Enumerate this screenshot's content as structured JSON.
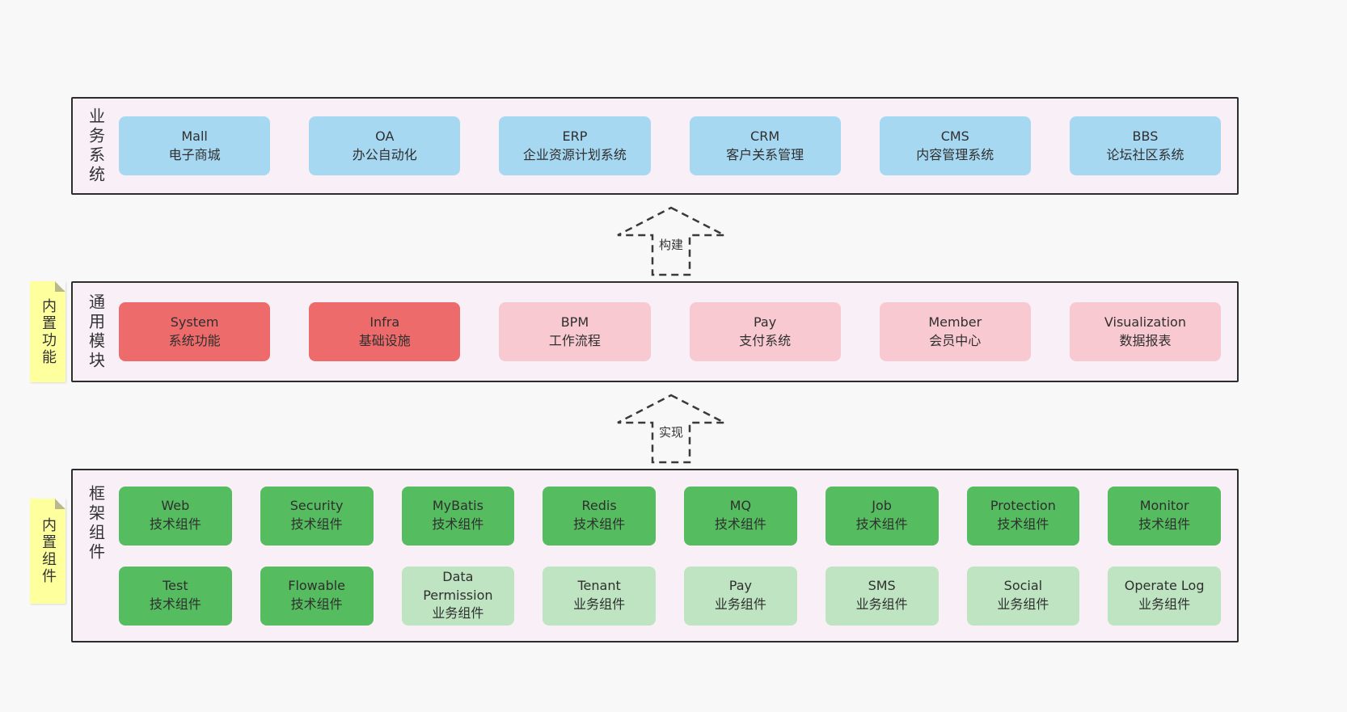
{
  "diagram": {
    "arrows": {
      "build": "构建",
      "implement": "实现"
    },
    "notes": {
      "features": "内置功能",
      "components": "内置组件"
    },
    "layers": {
      "business": {
        "side_label": "业务系统",
        "boxes": [
          {
            "title": "Mall",
            "subtitle": "电子商城"
          },
          {
            "title": "OA",
            "subtitle": "办公自动化"
          },
          {
            "title": "ERP",
            "subtitle": "企业资源计划系统"
          },
          {
            "title": "CRM",
            "subtitle": "客户关系管理"
          },
          {
            "title": "CMS",
            "subtitle": "内容管理系统"
          },
          {
            "title": "BBS",
            "subtitle": "论坛社区系统"
          }
        ]
      },
      "modules": {
        "side_label": "通用模块",
        "boxes": [
          {
            "title": "System",
            "subtitle": "系统功能"
          },
          {
            "title": "Infra",
            "subtitle": "基础设施"
          },
          {
            "title": "BPM",
            "subtitle": "工作流程"
          },
          {
            "title": "Pay",
            "subtitle": "支付系统"
          },
          {
            "title": "Member",
            "subtitle": "会员中心"
          },
          {
            "title": "Visualization",
            "subtitle": "数据报表"
          }
        ]
      },
      "components": {
        "side_label": "框架组件",
        "row1": [
          {
            "title": "Web",
            "subtitle": "技术组件"
          },
          {
            "title": "Security",
            "subtitle": "技术组件"
          },
          {
            "title": "MyBatis",
            "subtitle": "技术组件"
          },
          {
            "title": "Redis",
            "subtitle": "技术组件"
          },
          {
            "title": "MQ",
            "subtitle": "技术组件"
          },
          {
            "title": "Job",
            "subtitle": "技术组件"
          },
          {
            "title": "Protection",
            "subtitle": "技术组件"
          },
          {
            "title": "Monitor",
            "subtitle": "技术组件"
          }
        ],
        "row2": [
          {
            "title": "Test",
            "subtitle": "技术组件"
          },
          {
            "title": "Flowable",
            "subtitle": "技术组件"
          },
          {
            "title": "Data Permission",
            "subtitle": "业务组件"
          },
          {
            "title": "Tenant",
            "subtitle": "业务组件"
          },
          {
            "title": "Pay",
            "subtitle": "业务组件"
          },
          {
            "title": "SMS",
            "subtitle": "业务组件"
          },
          {
            "title": "Social",
            "subtitle": "业务组件"
          },
          {
            "title": "Operate Log",
            "subtitle": "业务组件"
          }
        ]
      }
    },
    "colors": {
      "blue": "#a7d8f2",
      "red": "#ee6b6b",
      "pink": "#f9c9d2",
      "green_dark": "#55bd60",
      "green_light": "#bee4c1",
      "layer_bg": "#f9eff7",
      "note_bg": "#feff9d",
      "page_bg": "#f8f8f8"
    }
  }
}
